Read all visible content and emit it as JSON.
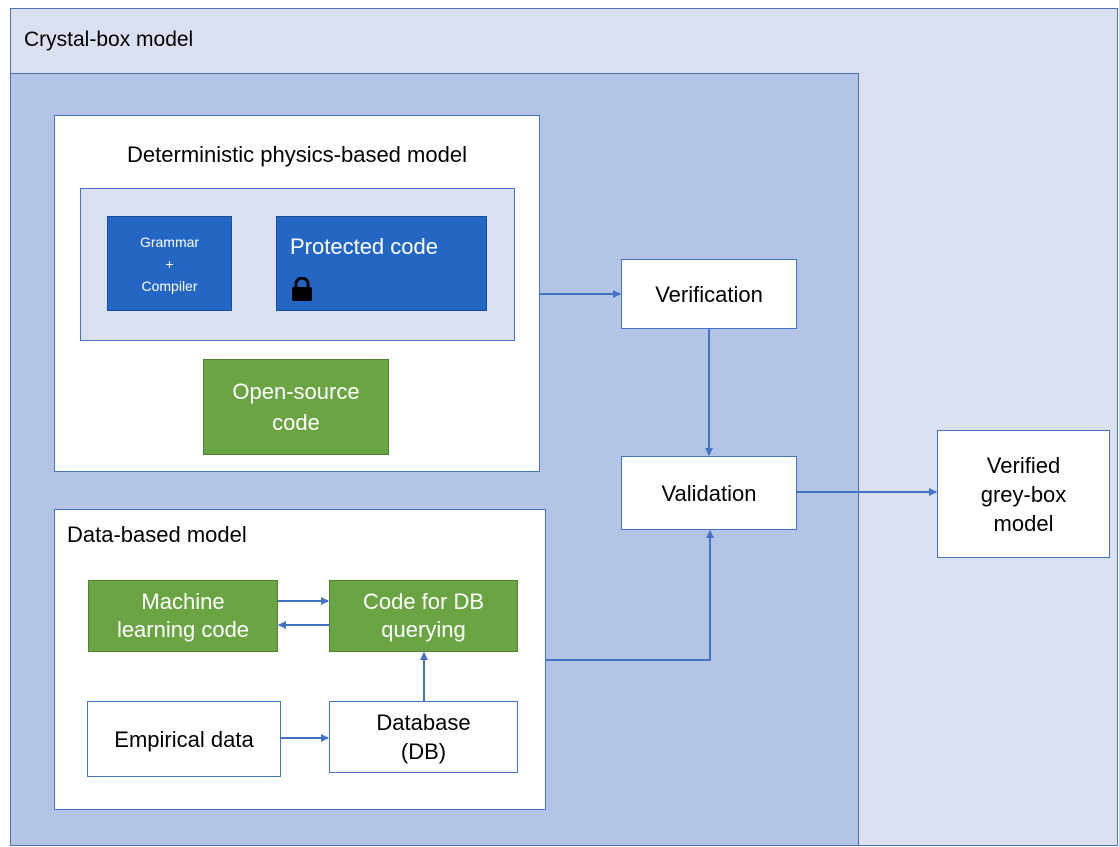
{
  "outer": {
    "label": "Crystal-box model"
  },
  "physics_model": {
    "title": "Deterministic physics-based model",
    "grammar_lines": [
      "Grammar",
      "+",
      "Compiler"
    ],
    "protected_code": "Protected code",
    "lock_icon": "lock-icon",
    "open_source_lines": [
      "Open-source",
      "code"
    ]
  },
  "data_model": {
    "title": "Data-based model",
    "ml_lines": [
      "Machine",
      "learning code"
    ],
    "db_query_lines": [
      "Code for DB",
      "querying"
    ],
    "empirical": "Empirical data",
    "database_lines": [
      "Database",
      "(DB)"
    ]
  },
  "verification": "Verification",
  "validation": "Validation",
  "result_lines": [
    "Verified",
    "grey-box",
    "model"
  ],
  "colors": {
    "outer_fill": "#dae0f0",
    "inner_fill": "#b4c4e6",
    "blue_box": "#2366c4",
    "green_box": "#6aa443",
    "line": "#4472c4"
  }
}
